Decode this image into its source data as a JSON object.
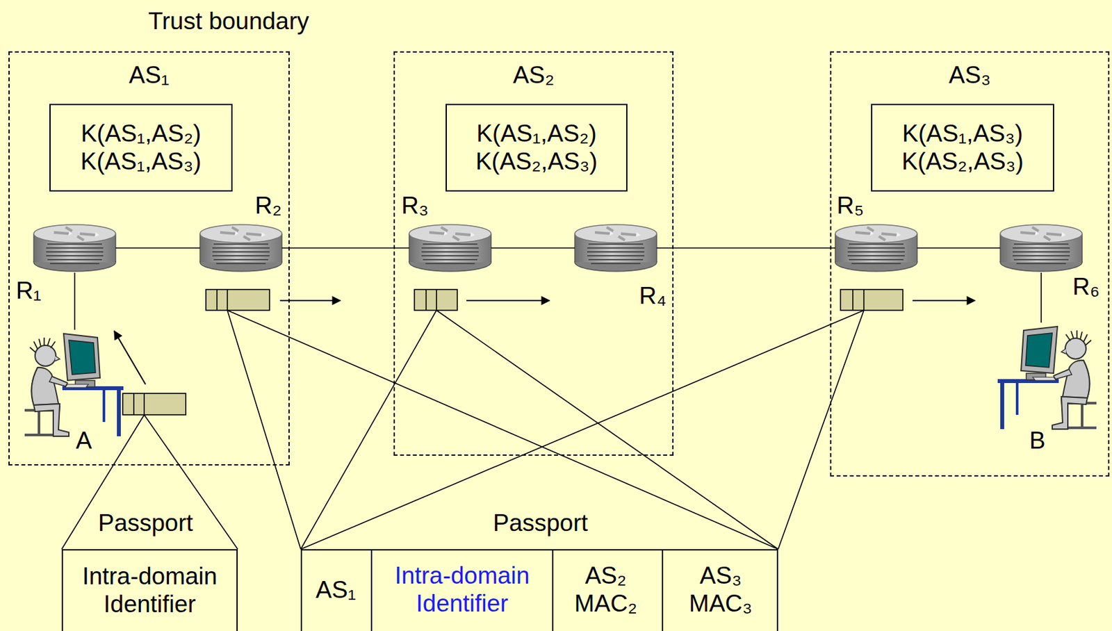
{
  "diagram": {
    "nodes": [
      {
        "text": [
          "AS₁"
        ]
      },
      {
        "text": [
          "K(AS₁,AS₂) K(AS₁,AS₃)"
        ],
        "in": 0
      },
      {
        "text": [
          "R₁"
        ],
        "in": 0
      },
      {
        "text": [
          "R₂"
        ],
        "in": 0
      },
      {
        "text": [
          "A"
        ],
        "in": 0
      },
      {
        "text": [
          "AS₂"
        ]
      },
      {
        "text": [
          "K(AS₁,AS₂) K(AS₂,AS₃)"
        ],
        "in": 5
      },
      {
        "text": [
          "R₃"
        ],
        "in": 5
      },
      {
        "text": [
          "R₄"
        ],
        "in": 5
      },
      {
        "text": [
          "AS₃"
        ]
      },
      {
        "text": [
          "K(AS₁,AS₃) K(AS₂,AS₃)"
        ],
        "in": 9
      },
      {
        "text": [
          "R₅"
        ],
        "in": 9
      },
      {
        "text": [
          "R₆"
        ],
        "in": 9
      },
      {
        "text": [
          "B"
        ],
        "in": 9
      },
      {
        "text": [
          "Passport",
          "Intra-domain Identifier"
        ]
      },
      {
        "text": [
          "Passport"
        ]
      },
      {
        "text": [
          "AS₁"
        ],
        "in": 15
      },
      {
        "text": [
          "Intra-domain Identifier"
        ],
        "in": 15
      },
      {
        "text": [
          "AS₂ MAC₂"
        ],
        "in": 15
      },
      {
        "text": [
          "AS₃ MAC₃"
        ],
        "in": 15
      }
    ],
    "edges": [
      {
        "from": 2,
        "to": 3,
        "arrow": "none"
      },
      {
        "from": 3,
        "to": 7,
        "arrow": "none"
      },
      {
        "from": 7,
        "to": 8,
        "arrow": "none"
      },
      {
        "from": 8,
        "to": 11,
        "arrow": "none"
      },
      {
        "from": 11,
        "to": 12,
        "arrow": "none"
      },
      {
        "from": 2,
        "to": 4,
        "arrow": "none"
      },
      {
        "from": 12,
        "to": 13,
        "arrow": "none"
      }
    ],
    "labels": [
      "Trust boundary"
    ]
  }
}
